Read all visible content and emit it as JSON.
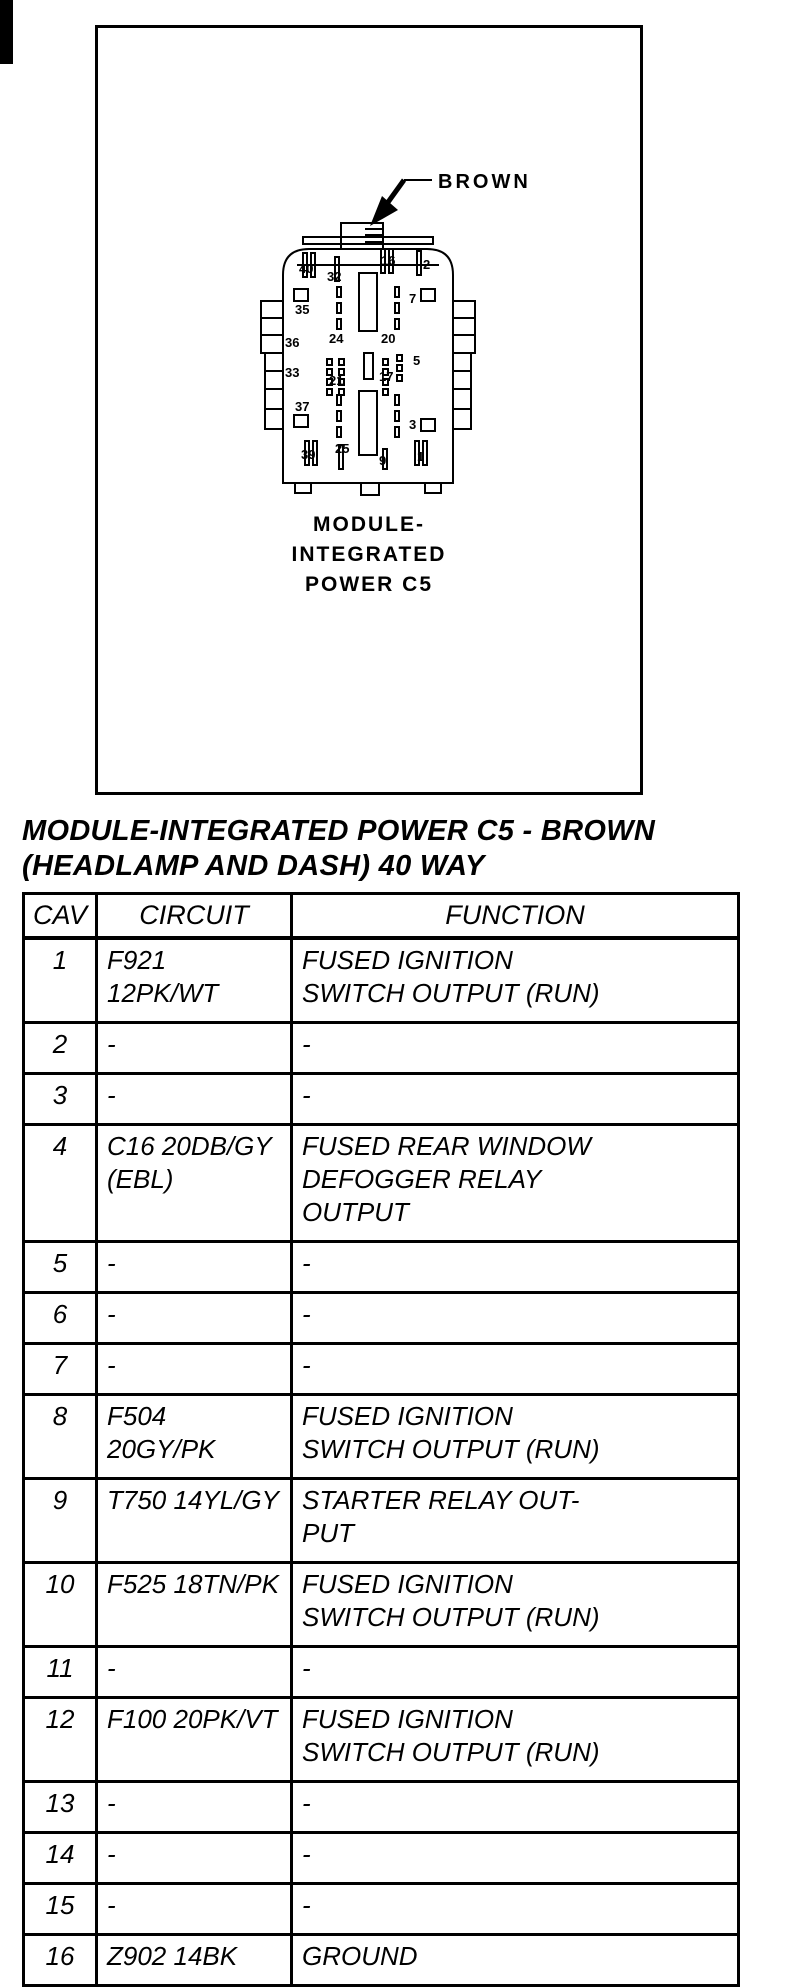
{
  "page": {
    "background": "#ffffff",
    "ink_color": "#000000"
  },
  "diagram": {
    "color_callout": "BROWN",
    "caption_lines": [
      "MODULE-",
      "INTEGRATED",
      "POWER C5"
    ],
    "pin_labels": [
      "40",
      "32",
      "16",
      "2",
      "35",
      "7",
      "36",
      "24",
      "20",
      "33",
      "21",
      "17",
      "5",
      "37",
      "3",
      "39",
      "25",
      "9",
      "1"
    ]
  },
  "heading": {
    "line1": "MODULE-INTEGRATED POWER C5 - BROWN",
    "line2": "(HEADLAMP AND DASH) 40 WAY"
  },
  "table": {
    "headers": [
      "CAV",
      "CIRCUIT",
      "FUNCTION"
    ],
    "rows": [
      {
        "cav": "1",
        "circuit": "F921 12PK/WT",
        "function": "FUSED IGNITION\nSWITCH OUTPUT (RUN)"
      },
      {
        "cav": "2",
        "circuit": "-",
        "function": "-"
      },
      {
        "cav": "3",
        "circuit": "-",
        "function": "-"
      },
      {
        "cav": "4",
        "circuit": "C16 20DB/GY\n(EBL)",
        "function": "FUSED REAR WINDOW\nDEFOGGER RELAY\nOUTPUT"
      },
      {
        "cav": "5",
        "circuit": "-",
        "function": "-"
      },
      {
        "cav": "6",
        "circuit": "-",
        "function": "-"
      },
      {
        "cav": "7",
        "circuit": "-",
        "function": "-"
      },
      {
        "cav": "8",
        "circuit": "F504 20GY/PK",
        "function": "FUSED IGNITION\nSWITCH OUTPUT (RUN)"
      },
      {
        "cav": "9",
        "circuit": "T750 14YL/GY",
        "function": "STARTER RELAY OUT-\nPUT"
      },
      {
        "cav": "10",
        "circuit": "F525 18TN/PK",
        "function": "FUSED IGNITION\nSWITCH OUTPUT (RUN)"
      },
      {
        "cav": "11",
        "circuit": "-",
        "function": "-"
      },
      {
        "cav": "12",
        "circuit": "F100 20PK/VT",
        "function": "FUSED IGNITION\nSWITCH OUTPUT (RUN)"
      },
      {
        "cav": "13",
        "circuit": "-",
        "function": "-"
      },
      {
        "cav": "14",
        "circuit": "-",
        "function": "-"
      },
      {
        "cav": "15",
        "circuit": "-",
        "function": "-"
      },
      {
        "cav": "16",
        "circuit": "Z902 14BK",
        "function": "GROUND"
      }
    ]
  }
}
